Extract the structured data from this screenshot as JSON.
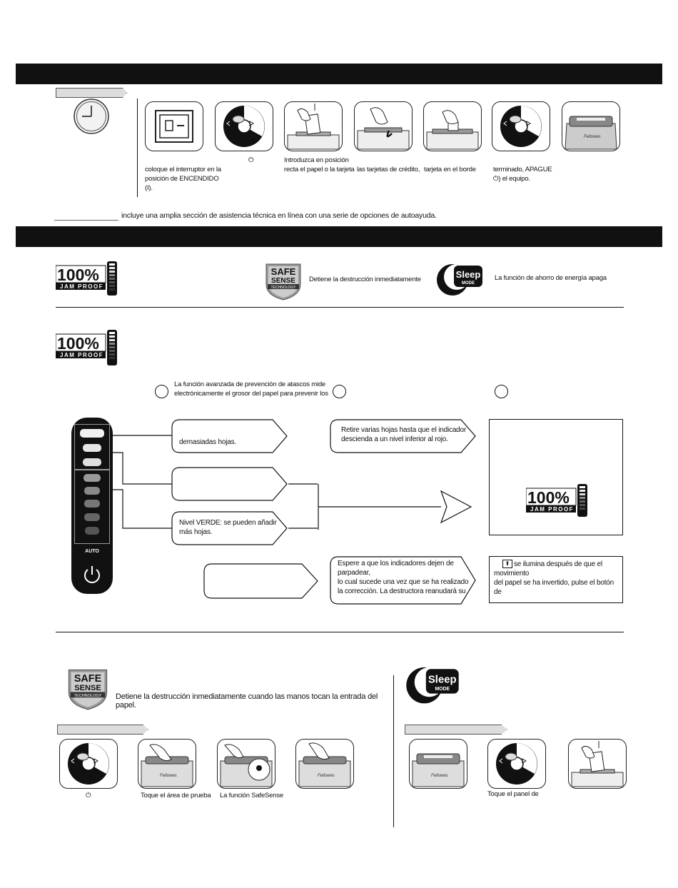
{
  "section1": {
    "steps": [
      {
        "icon": "switch-icon",
        "text": "coloque el interruptor en la\nposición de ENCENDIDO (I)."
      },
      {
        "icon": "control-dial-icon",
        "text": "⏻"
      },
      {
        "icon": "insert-paper-icon",
        "text": "Introduzca en posición\nrecta el papel o la tarjeta"
      },
      {
        "icon": "credit-card-icon",
        "text": "las tarjetas de crédito,"
      },
      {
        "icon": "card-edge-icon",
        "text": "tarjeta en el borde"
      },
      {
        "icon": "control-dial-icon",
        "text": "terminado, APAGUE\n⏻) el equipo."
      },
      {
        "icon": "shredder-icon",
        "text": ""
      }
    ],
    "support_text": "incluye una amplia sección de asistencia técnica en línea con una serie de opciones de autoayuda."
  },
  "features": {
    "jam_badge": {
      "percent": "100%",
      "label": "JAM PROOF"
    },
    "safesense": {
      "line1": "SAFE",
      "line2": "SENSE",
      "line3": "TECHNOLOGY",
      "text": "Detiene la destrucción inmediatamente"
    },
    "sleep": {
      "line1": "Sleep",
      "line2": "MODE",
      "text": "La función de ahorro de energía apaga"
    }
  },
  "jam": {
    "intro": "La función avanzada de prevención de atascos mide\nelectrónicamente el grosor del papel para prevenir los",
    "panel_auto": "AUTO",
    "callout_red": "demasiadas hojas.",
    "callout_yellow": "",
    "callout_green": "Nivel VERDE: se pueden añadir\nmás hojas.",
    "callout_blank": "",
    "callout_remove": "Retire varias hojas hasta que el indicador\ndescienda a un nivel inferior al rojo.",
    "callout_wait": "Espere a que los indicadores dejen de parpadear,\nlo cual sucede una vez que se ha realizado\nla corrección. La destructora reanudará su",
    "box_reverse": "se ilumina después de que el movimiento\ndel papel se ha invertido, pulse el botón de",
    "colors": {
      "led_red": "#e6e6e6",
      "led_yellow": "#d0d0d0",
      "led_green": "#888888"
    }
  },
  "safesense_section": {
    "text": "Detiene la destrucción inmediatamente cuando las manos tocan la entrada del papel.",
    "captions": [
      "⏻",
      "Toque el área de prueba",
      "La función SafeSense",
      ""
    ]
  },
  "sleep_section": {
    "captions": [
      "",
      "Toque el panel de",
      ""
    ]
  }
}
